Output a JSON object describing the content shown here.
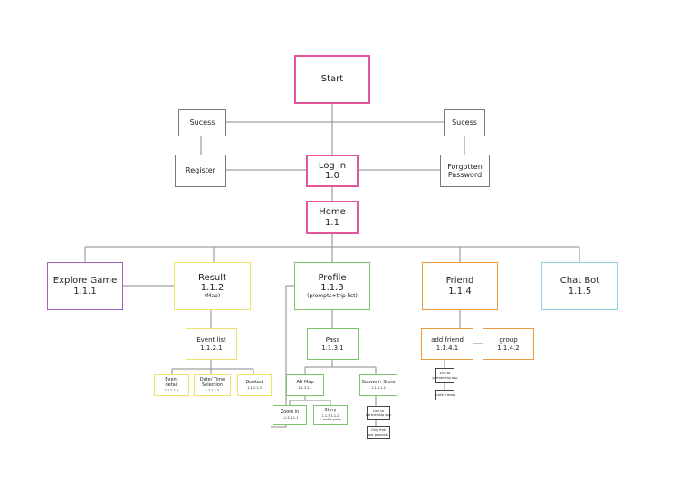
{
  "colors": {
    "pink": "#e4559b",
    "gray": "#7a7a7a",
    "purple": "#a45fc0",
    "yellow": "#f0e26a",
    "green": "#7cc46e",
    "orange": "#eb9a3a",
    "blue": "#8fcfe6",
    "line": "#8a8a8a"
  },
  "nodes": {
    "start": {
      "title": "Start",
      "code": ""
    },
    "sucess_left": {
      "title": "Sucess",
      "code": ""
    },
    "sucess_right": {
      "title": "Sucess",
      "code": ""
    },
    "register": {
      "title": "Register",
      "code": ""
    },
    "login": {
      "title": "Log in",
      "code": "1.0"
    },
    "forgotten": {
      "title": "Forgotten",
      "code": "Password"
    },
    "home": {
      "title": "Home",
      "code": "1.1"
    },
    "explore": {
      "title": "Explore Game",
      "code": "1.1.1"
    },
    "result": {
      "title": "Result",
      "code": "1.1.2",
      "note": "(Map)"
    },
    "profile": {
      "title": "Profile",
      "code": "1.1.3",
      "note": "(prompts+trip list)"
    },
    "friend": {
      "title": "Friend",
      "code": "1.1.4"
    },
    "chatbot": {
      "title": "Chat Bot",
      "code": "1.1.5"
    },
    "event_list": {
      "title": "Event list",
      "code": "1.1.2.1"
    },
    "event_detail": {
      "title": "Event",
      "code": "detail",
      "note": "1.1.2.1.1"
    },
    "date_time": {
      "title": "Date/ Time",
      "code": "Selection",
      "note": "1.1.2.1.2"
    },
    "booked": {
      "title": "Booked",
      "code": "1.1.2.1.3"
    },
    "pass": {
      "title": "Pass",
      "code": "1.1.3.1"
    },
    "ar_map": {
      "title": "AR Map",
      "code": "1.1.3.1.1"
    },
    "souvenir": {
      "title": "Souvenir Store",
      "code": "1.1.3.1.2"
    },
    "zoom_in": {
      "title": "Zoom in",
      "code": "1.1.3.1.1.1"
    },
    "story": {
      "title": "Story",
      "code": "1.1.3.1.1.2",
      "note": "+ audio guide"
    },
    "souv_link": {
      "title": "Link to",
      "code": "partnership app"
    },
    "souv_buy": {
      "title": "Only free",
      "code": "avt products"
    },
    "add_friend": {
      "title": "add friend",
      "code": "1.1.4.1"
    },
    "group": {
      "title": "group",
      "code": "1.1.4.2"
    },
    "friend_link": {
      "title": "Link to",
      "code": "partnership app"
    },
    "friend_invite": {
      "title": "Invite friends",
      "code": ""
    }
  }
}
